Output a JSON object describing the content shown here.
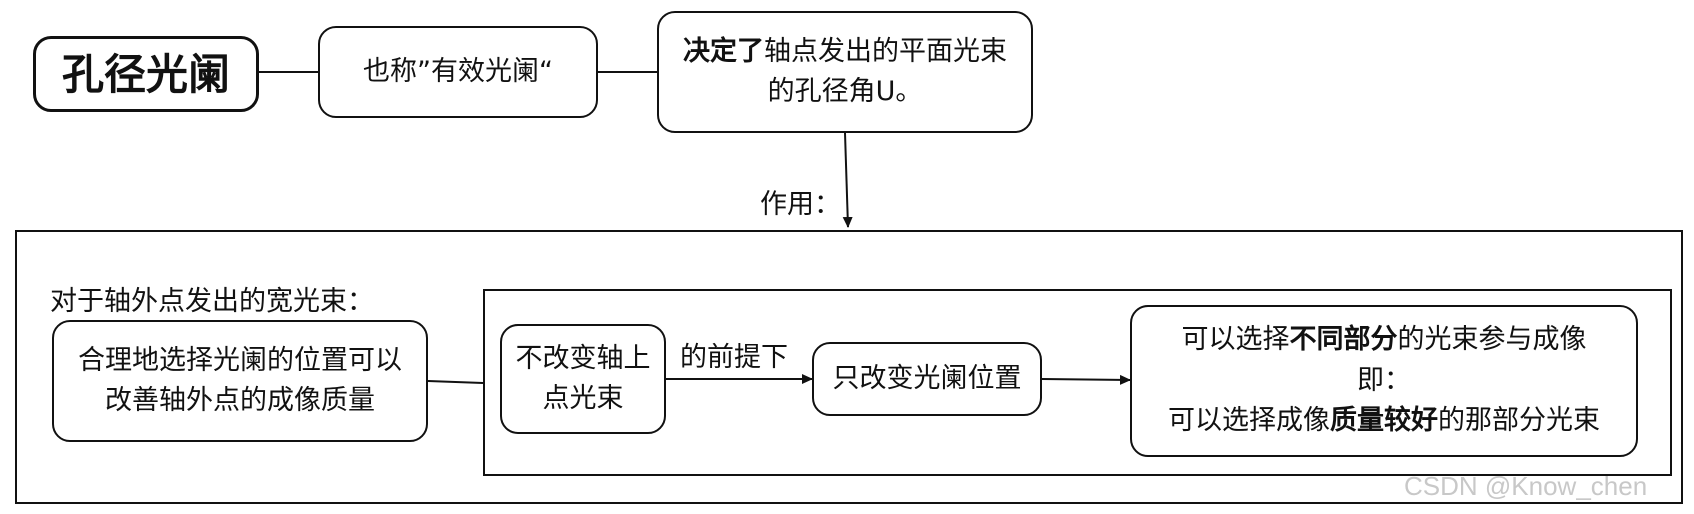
{
  "title_box": {
    "text": "孔径光阑"
  },
  "alias_box": {
    "text": "也称”有效光阑“"
  },
  "decides_box": {
    "bold": "决定了",
    "line1_rest": "轴点发出的平面光束",
    "line2": "的孔径角U。"
  },
  "role_label": "作用：",
  "outer": {
    "heading": "对于轴外点发出的宽光束：",
    "left_box": {
      "line1": "合理地选择光阑的位置可以",
      "line2": "改善轴外点的成像质量"
    },
    "inner": {
      "cond_box": {
        "line1": "不改变轴上",
        "line2": "点光束"
      },
      "cond_label": "的前提下",
      "move_box": {
        "text": "只改变光阑位置"
      },
      "result_box": {
        "l1_pre": "可以选择",
        "l1_bold": "不同部分",
        "l1_post": "的光束参与成像",
        "l2": "即：",
        "l3_pre": "可以选择成像",
        "l3_bold": "质量较好",
        "l3_post": "的那部分光束"
      }
    }
  },
  "watermark": "CSDN @Know_chen"
}
